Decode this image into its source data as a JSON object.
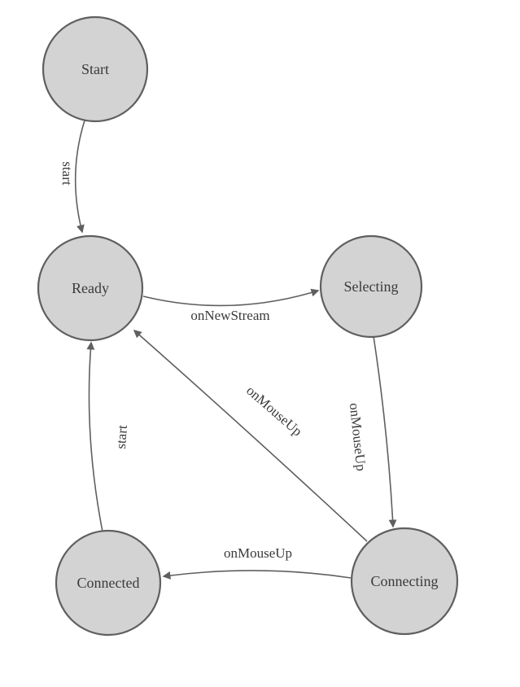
{
  "diagram": {
    "type": "state-machine",
    "nodes": [
      {
        "id": "start",
        "label": "Start"
      },
      {
        "id": "ready",
        "label": "Ready"
      },
      {
        "id": "selecting",
        "label": "Selecting"
      },
      {
        "id": "connecting",
        "label": "Connecting"
      },
      {
        "id": "connected",
        "label": "Connected"
      }
    ],
    "edges": [
      {
        "from": "start",
        "to": "ready",
        "label": "start"
      },
      {
        "from": "ready",
        "to": "selecting",
        "label": "onNewStream"
      },
      {
        "from": "selecting",
        "to": "connecting",
        "label": "onMouseUp"
      },
      {
        "from": "connecting",
        "to": "ready",
        "label": "onMouseUp"
      },
      {
        "from": "connecting",
        "to": "connected",
        "label": "onMouseUp"
      },
      {
        "from": "connected",
        "to": "ready",
        "label": "start"
      }
    ],
    "colors": {
      "node_fill": "#d3d3d3",
      "node_stroke": "#5f5f5f",
      "edge_color": "#5f5f5f",
      "label_color": "#3a3a3a",
      "background": "#ffffff"
    }
  }
}
